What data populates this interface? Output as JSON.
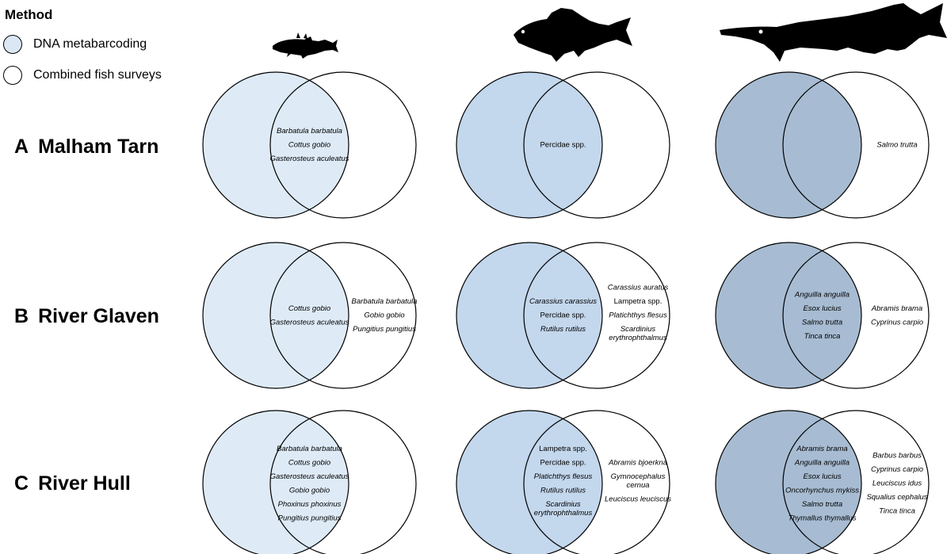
{
  "legend": {
    "title": "Method",
    "items": [
      {
        "label": "DNA metabarcoding",
        "color": "#dbe7f4"
      },
      {
        "label": "Combined fish surveys",
        "color": "#ffffff"
      }
    ]
  },
  "rows": [
    {
      "letter": "A",
      "name": "Malham Tarn"
    },
    {
      "letter": "B",
      "name": "River Glaven"
    },
    {
      "letter": "C",
      "name": "River Hull"
    }
  ],
  "columns": [
    {
      "silhouette": "stickleback-silhouette",
      "color": "#deebf7"
    },
    {
      "silhouette": "perch-silhouette",
      "color": "#c3d7ed"
    },
    {
      "silhouette": "pike-silhouette",
      "color": "#a7bcd2"
    }
  ],
  "venns": [
    [
      {
        "overlap": [
          "Barbatula barbatula",
          "Cottus gobio",
          "Gasterosteus aculeatus"
        ],
        "surveys_only": []
      },
      {
        "overlap": [
          {
            "text": "Percidae spp.",
            "italic": false
          }
        ],
        "surveys_only": []
      },
      {
        "overlap": [],
        "surveys_only": [
          "Salmo trutta"
        ]
      }
    ],
    [
      {
        "overlap": [
          "Cottus gobio",
          "Gasterosteus aculeatus"
        ],
        "surveys_only": [
          "Barbatula barbatula",
          "Gobio gobio",
          "Pungitius pungitius"
        ]
      },
      {
        "overlap": [
          "Carassius carassius",
          {
            "text": "Percidae spp.",
            "italic": false
          },
          "Rutilus rutilus"
        ],
        "surveys_only": [
          "Carassius auratus",
          {
            "text": "Lampetra spp.",
            "italic": false
          },
          "Platichthys flesus",
          [
            "Scardinius",
            "erythrophthalmus"
          ]
        ]
      },
      {
        "overlap": [
          "Anguilla anguilla",
          "Esox lucius",
          "Salmo trutta",
          "Tinca tinca"
        ],
        "surveys_only": [
          "Abramis brama",
          "Cyprinus carpio"
        ]
      }
    ],
    [
      {
        "overlap": [
          "Barbatula barbatula",
          "Cottus gobio",
          "Gasterosteus aculeatus",
          "Gobio gobio",
          "Phoxinus phoxinus",
          "Pungitius pungitius"
        ],
        "surveys_only": []
      },
      {
        "overlap": [
          {
            "text": "Lampetra spp.",
            "italic": false
          },
          {
            "text": "Percidae spp.",
            "italic": false
          },
          "Platichthys flesus",
          "Rutilus rutilus",
          [
            "Scardinius",
            "erythrophthalmus"
          ]
        ],
        "surveys_only": [
          "Abramis bjoerkna",
          [
            "Gymnocephalus",
            "cernua"
          ],
          "Leuciscus leuciscus"
        ]
      },
      {
        "overlap": [
          "Abramis brama",
          "Anguilla anguilla",
          "Esox lucius",
          "Oncorhynchus mykiss",
          "Salmo trutta",
          "Thymallus thymallus"
        ],
        "surveys_only": [
          "Barbus barbus",
          "Cyprinus carpio",
          "Leuciscus idus",
          "Squalius cephalus",
          "Tinca tinca"
        ]
      }
    ]
  ]
}
